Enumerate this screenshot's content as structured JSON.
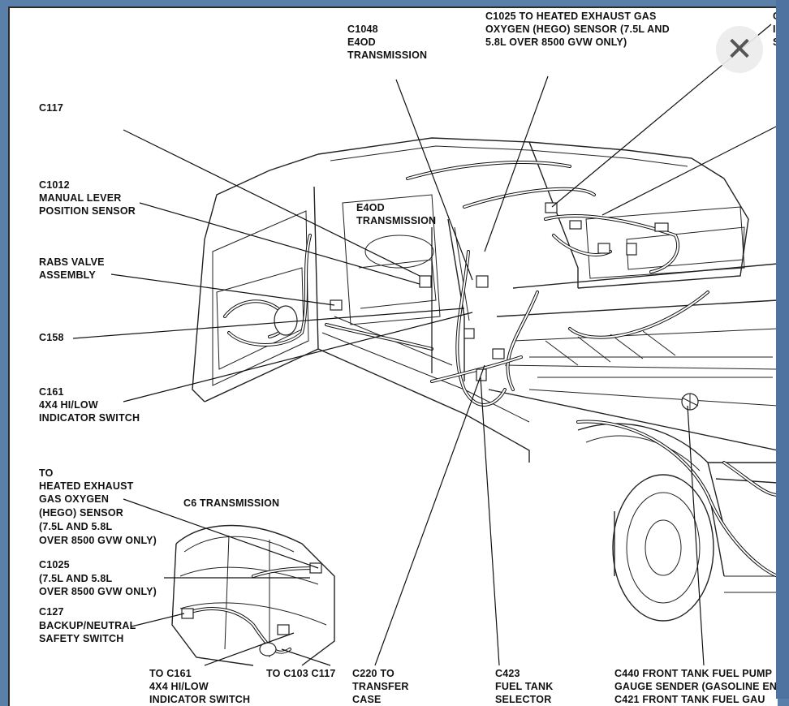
{
  "close_icon": "✕",
  "labels": {
    "c117_top": [
      "C117"
    ],
    "c1012": [
      "C1012",
      "MANUAL LEVER",
      "POSITION SENSOR"
    ],
    "rabs": [
      "RABS VALVE",
      "ASSEMBLY"
    ],
    "c158": [
      "C158"
    ],
    "c161": [
      "C161",
      "4X4 HI/LOW",
      "INDICATOR SWITCH"
    ],
    "c1048": [
      "C1048",
      "E4OD",
      "TRANSMISSION"
    ],
    "e4od": [
      "E4OD",
      "TRANSMISSION"
    ],
    "c1025_top": [
      "C1025 TO HEATED EXHAUST GAS",
      "OXYGEN (HEGO) SENSOR (7.5L AND",
      "5.8L OVER 8500 GVW ONLY)"
    ],
    "top_right": [
      "C",
      "IN",
      "S"
    ],
    "hego": [
      "TO",
      "HEATED EXHAUST",
      "GAS OXYGEN",
      "(HEGO) SENSOR",
      "(7.5L AND 5.8L",
      "OVER 8500 GVW ONLY)"
    ],
    "c6": [
      "C6 TRANSMISSION"
    ],
    "c1025_bottom": [
      "C1025",
      "(7.5L AND 5.8L",
      "OVER 8500 GVW ONLY)"
    ],
    "c127": [
      "C127",
      "BACKUP/NEUTRAL",
      "SAFETY SWITCH"
    ],
    "to_c161": [
      "TO C161",
      "4X4 HI/LOW",
      "INDICATOR SWITCH"
    ],
    "to_c103": [
      "TO C103 C117"
    ],
    "c220": [
      "C220 TO",
      "TRANSFER",
      "CASE"
    ],
    "c423": [
      "C423",
      "FUEL TANK",
      "SELECTOR"
    ],
    "c440": [
      "C440 FRONT TANK FUEL PUMP",
      "GAUGE SENDER (GASOLINE EN",
      "C421 FRONT TANK FUEL GAU"
    ]
  }
}
